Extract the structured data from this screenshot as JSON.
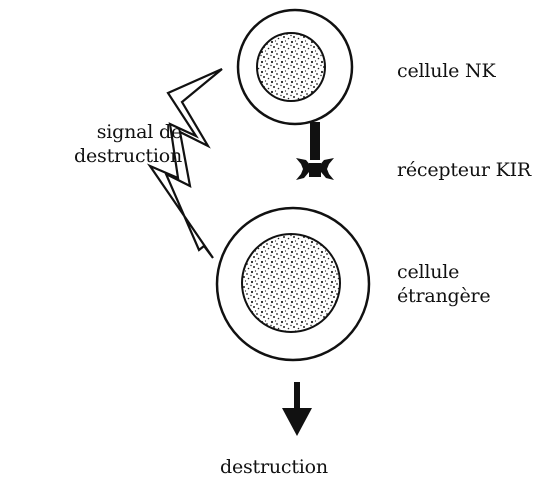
{
  "labels": {
    "nk_cell": "cellule NK",
    "kir_receptor": "récepteur KIR",
    "foreign_cell_line1": "cellule",
    "foreign_cell_line2": "étrangère",
    "signal_line1": "signal de",
    "signal_line2": "destruction",
    "destruction": "destruction"
  },
  "colors": {
    "ink": "#111111",
    "background": "#ffffff"
  }
}
